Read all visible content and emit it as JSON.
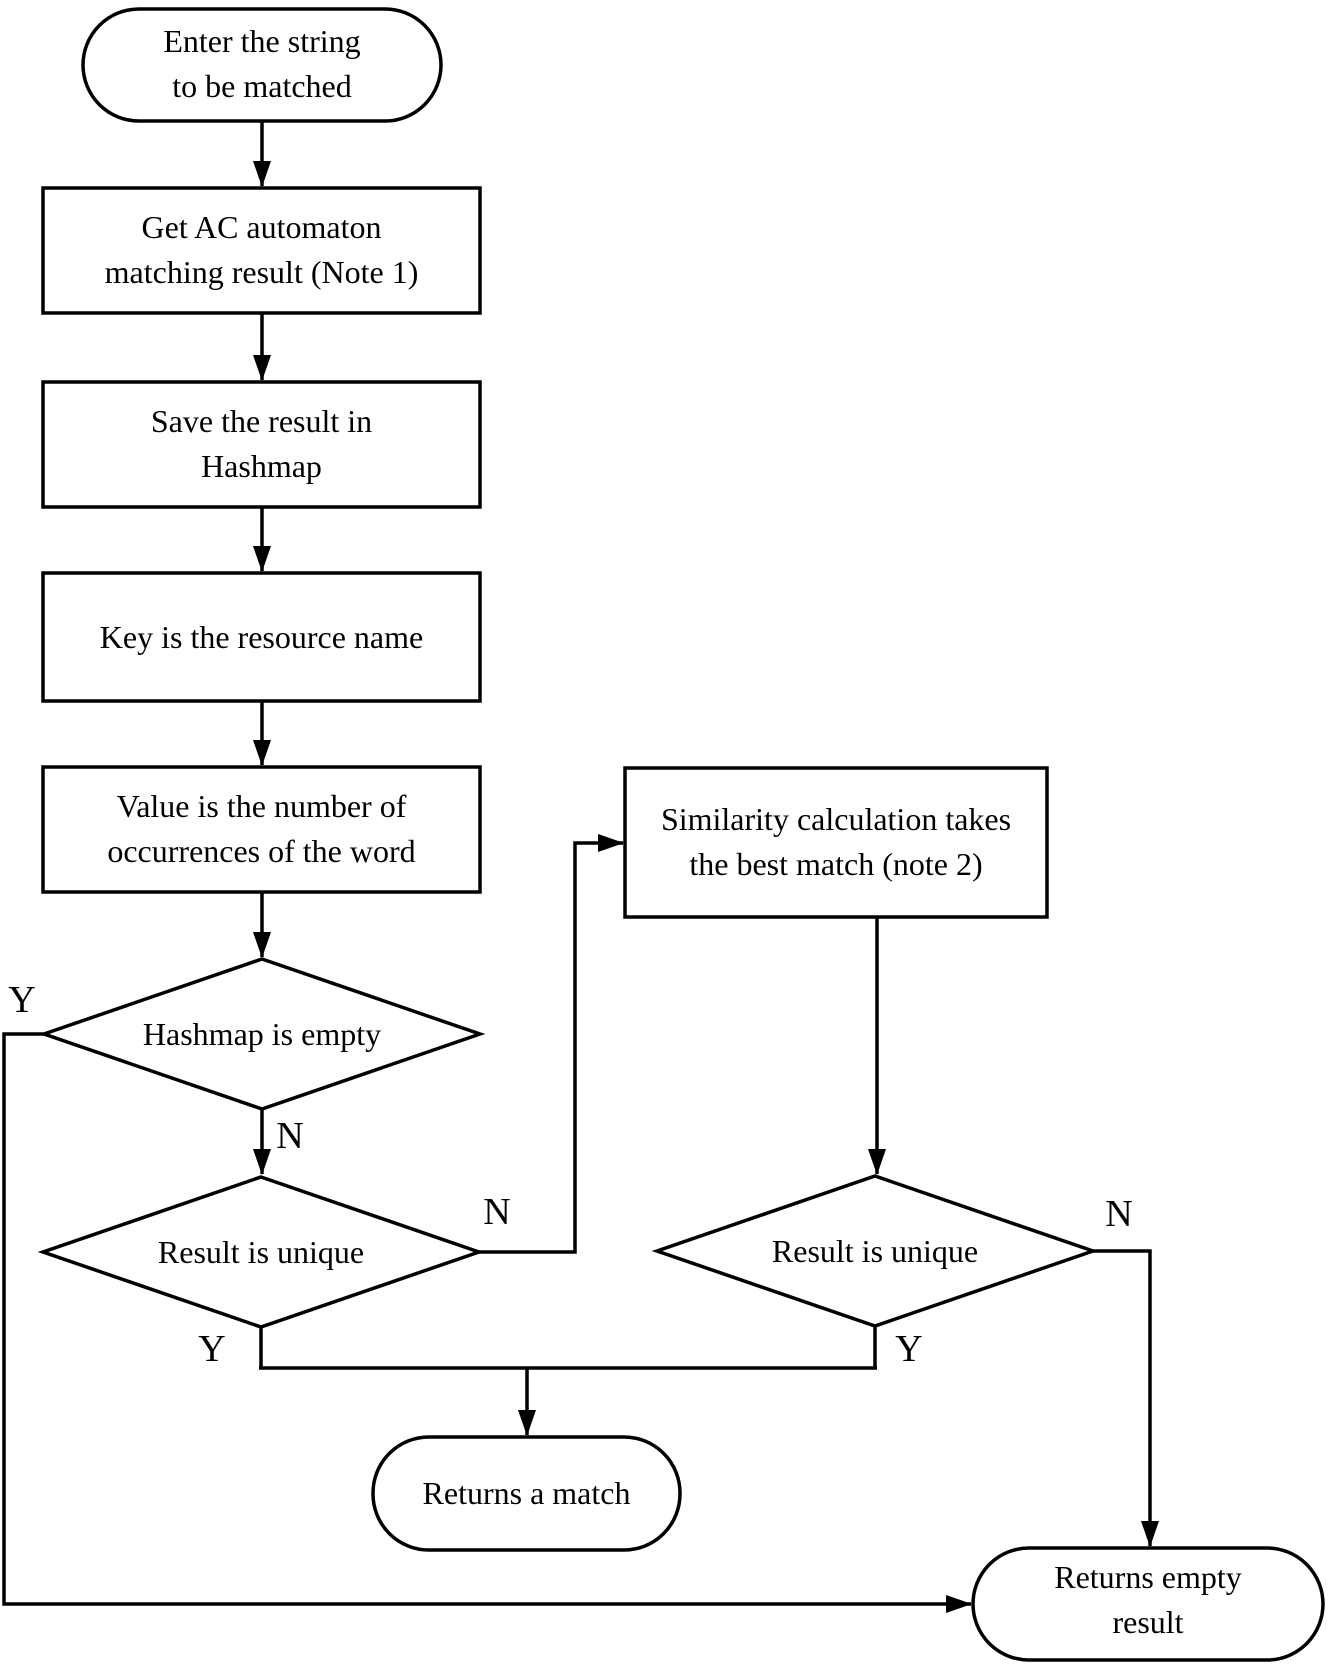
{
  "diagram": {
    "title": "AC automaton string matching flowchart",
    "colors": {
      "background": "#ffffff",
      "line": "#000000",
      "text": "#000000"
    },
    "nodes": {
      "start": {
        "label": "Enter the string\nto be matched"
      },
      "get_ac": {
        "label": "Get AC automaton\nmatching result (Note 1)"
      },
      "save_hashmap": {
        "label": "Save the result in\nHashmap"
      },
      "key_resource": {
        "label": "Key is the resource name"
      },
      "value_occurrences": {
        "label": "Value is the number of\noccurrences of the word"
      },
      "hashmap_empty": {
        "label": "Hashmap is empty"
      },
      "result_unique_left": {
        "label": "Result is unique"
      },
      "similarity": {
        "label": "Similarity calculation takes\nthe best match (note 2)"
      },
      "result_unique_right": {
        "label": "Result is unique"
      },
      "returns_match": {
        "label": "Returns a match"
      },
      "returns_empty": {
        "label": "Returns empty\nresult"
      }
    },
    "branch_labels": {
      "hashmap_empty_yes": "Y",
      "hashmap_empty_no": "N",
      "left_unique_no": "N",
      "left_unique_yes": "Y",
      "right_unique_no": "N",
      "right_unique_yes": "Y"
    }
  }
}
